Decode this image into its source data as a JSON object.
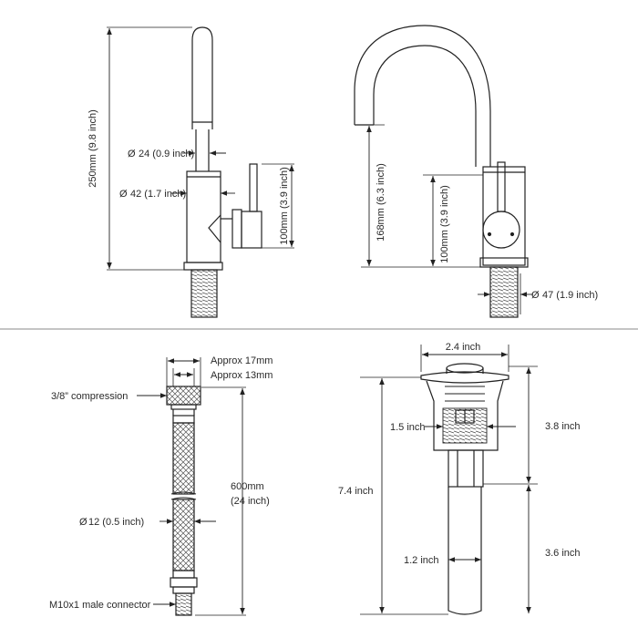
{
  "panels": {
    "faucet_side": {
      "height_label": "250mm (9.8 inch)",
      "spout_dia_label": "24 (0.9 inch)",
      "body_dia_label": "42 (1.7 inch)",
      "handle_height_label": "100mm (3.9 inch)"
    },
    "faucet_front": {
      "spout_height_label": "168mm (6.3 inch)",
      "handle_height_label": "100mm (3.9 inch)",
      "base_dia_label": "47 (1.9 inch)"
    },
    "hose": {
      "nut_width_label": "Approx 17mm",
      "bore_label": "Approx 13mm",
      "fitting_label": "3/8”  compression",
      "length_label": "600mm",
      "length_inch_label": "(24 inch)",
      "dia_label": "12 (0.5 inch)",
      "connector_label": "M10x1 male connector"
    },
    "drain": {
      "top_width_label": "2.4 inch",
      "total_height_label": "7.4 inch",
      "neck_width_label": "1.5 inch",
      "upper_height_label": "3.8 inch",
      "pipe_width_label": "1.2 inch",
      "lower_height_label": "3.6 inch"
    }
  },
  "symbols": {
    "diameter": "Ø"
  }
}
